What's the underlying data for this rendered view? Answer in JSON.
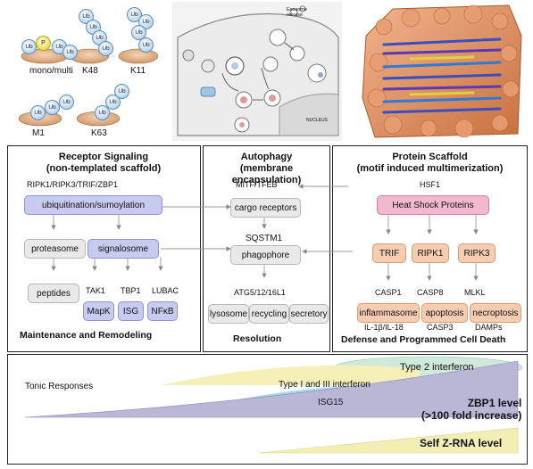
{
  "ubiquitin": {
    "ub": "Ub",
    "p": "P",
    "labels": {
      "mono_multi": "mono/multi",
      "k48": "K48",
      "k11": "K11",
      "m1": "M1",
      "k63": "K63"
    }
  },
  "cell_diagram": {
    "exosome_release": "Exosome release",
    "nucleus": "NUCLEUS"
  },
  "receptor": {
    "title": "Receptor Signaling",
    "subtitle": "(non-templated scaffold)",
    "sensors": "RIPK1/RIPK3/TRIF/ZBP1",
    "ubiquitination": "ubiquitination/sumoylation",
    "proteasome": "proteasome",
    "signalosome": "signalosome",
    "peptides": "peptides",
    "tak1": "TAK1",
    "tbp1": "TBP1",
    "lubac": "LUBAC",
    "mapk": "MapK",
    "isg": "ISG",
    "nfkb": "NFκB",
    "footer": "Maintenance and Remodeling"
  },
  "autophagy": {
    "title": "Autophagy",
    "subtitle": "(membrane encapsulation)",
    "mitf": "MITF/TFEB",
    "cargo": "cargo receptors",
    "sqstm1": "SQSTM1",
    "phagophore": "phagophore",
    "atg": "ATG5/12/16L1",
    "lysosome": "lysosome",
    "recycling": "recycling",
    "secretory": "secretory",
    "footer": "Resolution"
  },
  "scaffold": {
    "title": "Protein Scaffold",
    "subtitle": "(motif induced multimerization)",
    "hsf1": "HSF1",
    "hsp": "Heat Shock Proteins",
    "trif": "TRIF",
    "ripk1": "RIPK1",
    "ripk3": "RIPK3",
    "casp1": "CASP1",
    "casp8": "CASP8",
    "mlkl": "MLKL",
    "inflammasome": "inflammasome",
    "apoptosis": "apoptosis",
    "necroptosis": "necroptosis",
    "il": "IL-1β/IL-18",
    "casp3": "CASP3",
    "damps": "DAMPs",
    "footer": "Defense and Programmed Cell Death"
  },
  "bottom": {
    "type2": "Type 2 interferon",
    "tonic": "Tonic Responses",
    "type13": "Type I and III interferon",
    "isg15": "ISG15",
    "zbp1_level": "ZBP1 level",
    "fold": "(>100 fold increase)",
    "zrna": "Self Z-RNA level"
  },
  "colors": {
    "gray_box": "#e9e9e9",
    "blue_box": "#c7cbef",
    "pink_box": "#f2b8cf",
    "peach_box": "#f7cdb2",
    "type2": "#cfe9da",
    "type13": "#f6efb8",
    "isg15": "#9ed8ee",
    "zbp1": "#b9b6d6",
    "zrna": "#f3efb4"
  }
}
